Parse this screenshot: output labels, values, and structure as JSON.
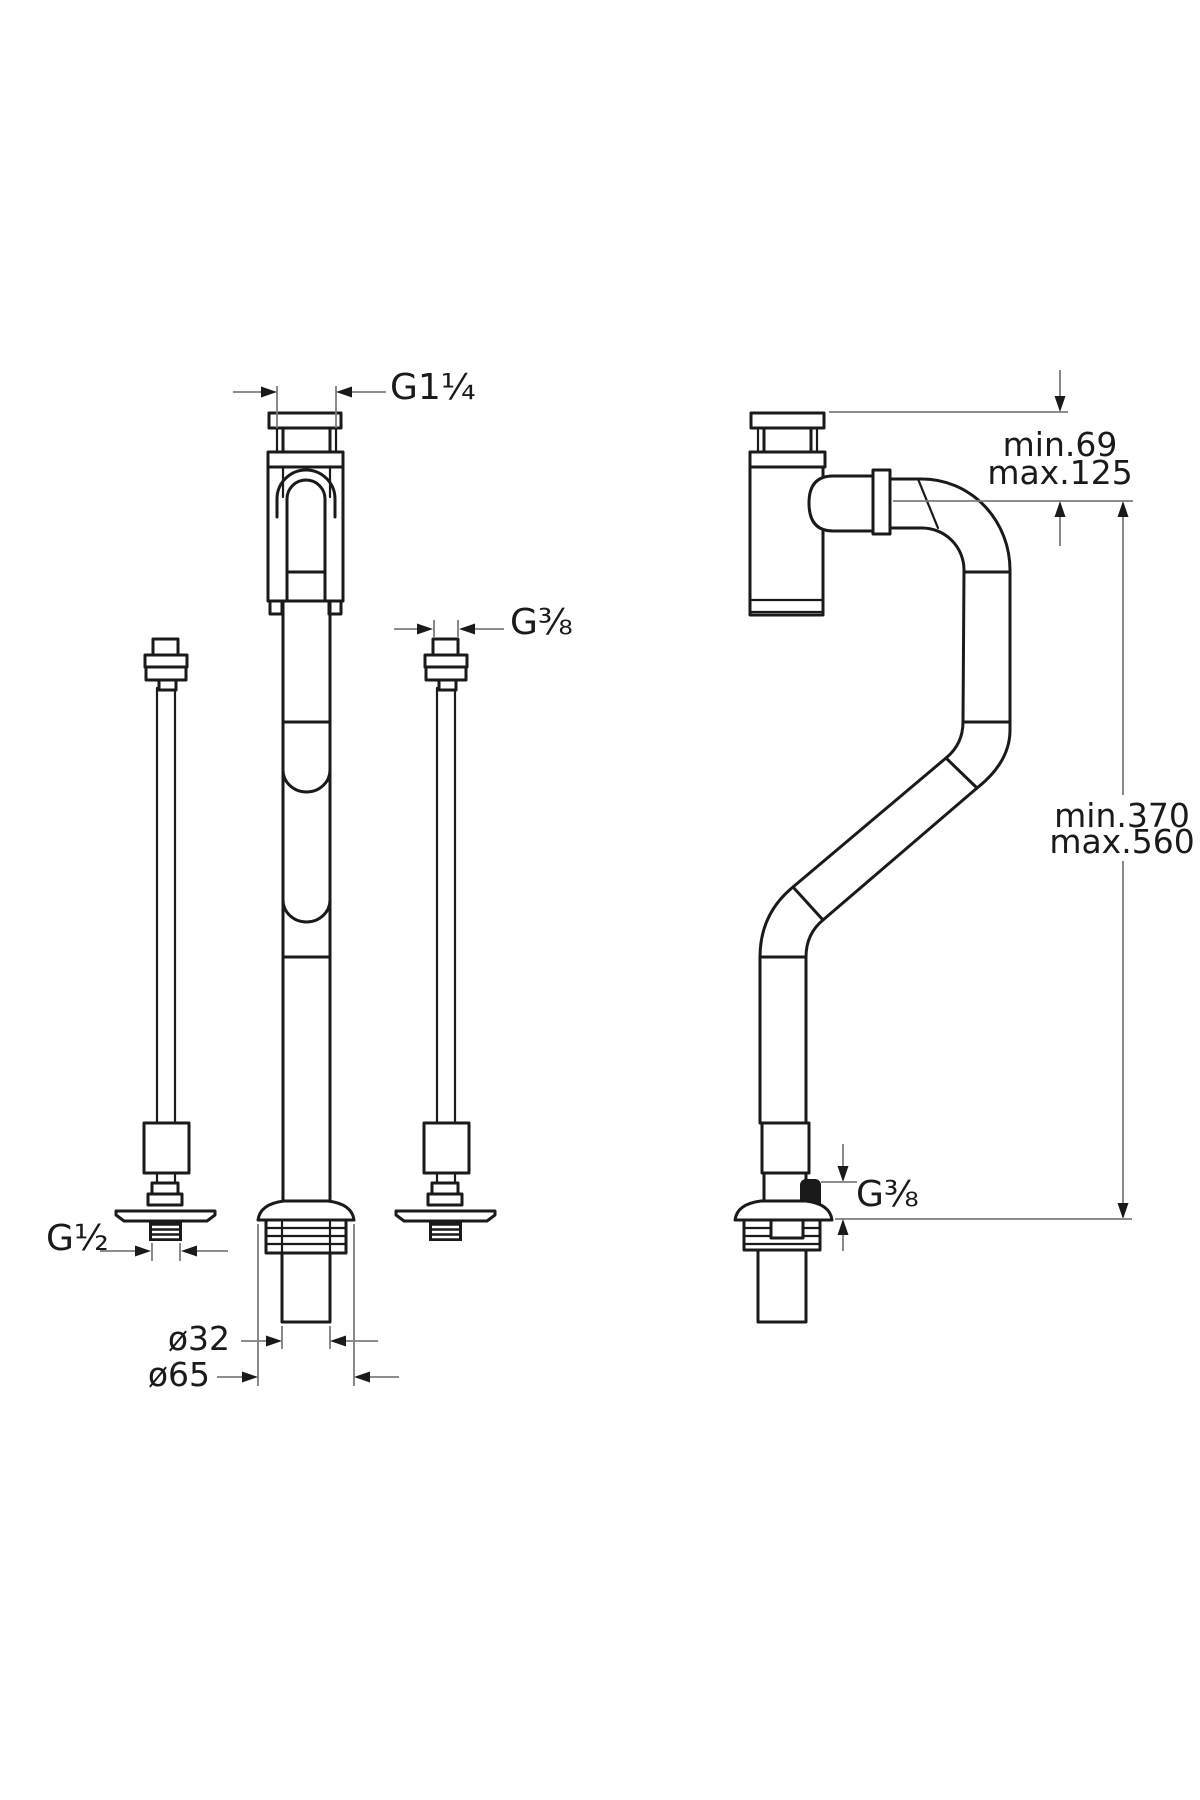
{
  "drawing": {
    "colors": {
      "line": "#1a1a1a",
      "dimension_line": "#7d7d7d",
      "background": "#ffffff"
    },
    "front_view": {
      "top_thread": "G1¼",
      "hose_thread": "G⅜",
      "supply_thread": "G½",
      "tailpipe_diameter": "ø32",
      "flange_diameter": "ø65"
    },
    "side_view": {
      "depth_min": "min.69",
      "depth_max": "max.125",
      "height_min": "min.370",
      "height_max": "max.560",
      "outlet_thread": "G⅜"
    }
  }
}
